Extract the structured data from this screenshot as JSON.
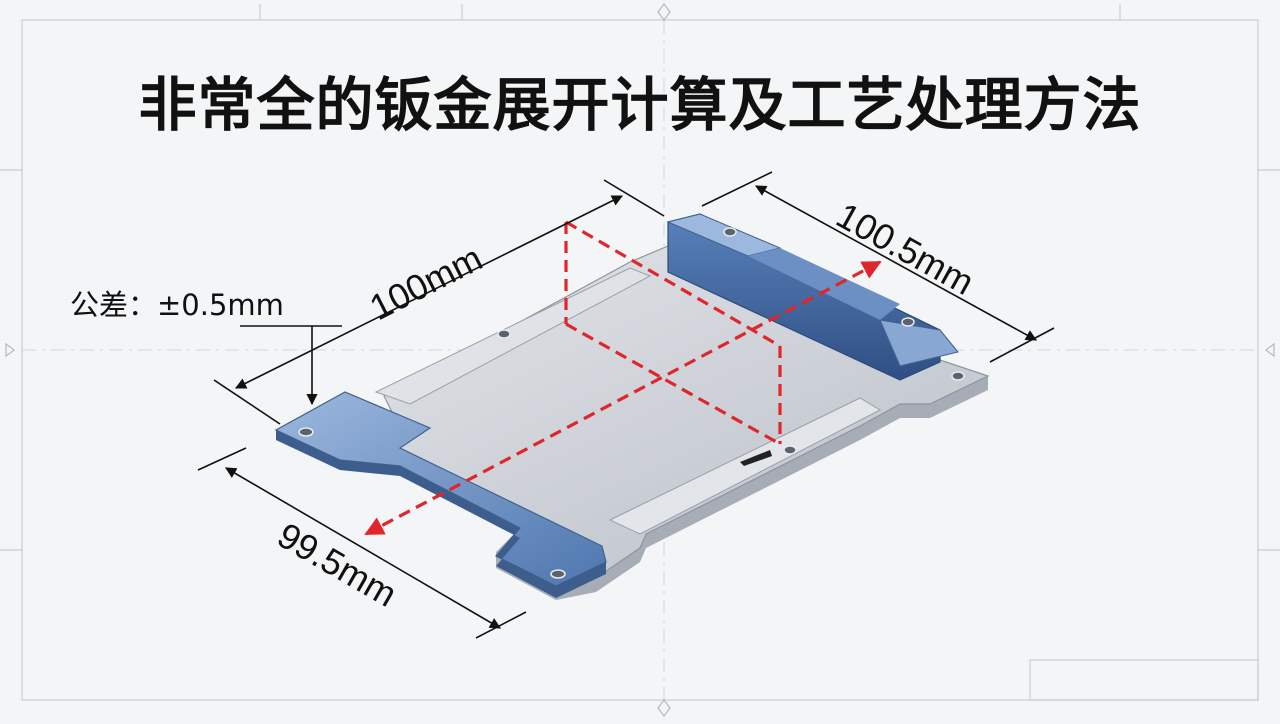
{
  "title": "非常全的钣金展开计算及工艺处理方法",
  "tolerance": "公差：±0.5mm",
  "dimensions": {
    "length_top_left": "100mm",
    "length_top_right": "100.5mm",
    "length_bottom_left": "99.5mm"
  },
  "colors": {
    "plate": "#c9ced5",
    "flange": "#6f95c8",
    "dash": "#e0252b"
  }
}
